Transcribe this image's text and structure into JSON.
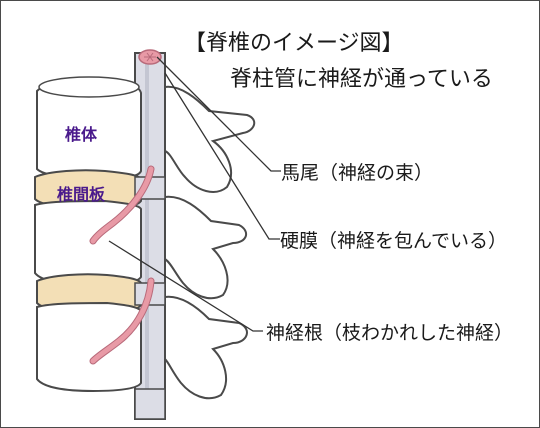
{
  "title": "【脊椎のイメージ図】",
  "subtitle": "脊柱管に神経が通っている",
  "labels": {
    "cauda_equina": "馬尾（神経の束）",
    "dura": "硬膜（神経を包んでいる）",
    "nerve_root": "神経根（枝わかれした神経）",
    "vertebral_body": "椎体",
    "disc": "椎間板"
  },
  "colors": {
    "bone": "#ffffff",
    "bone_outline": "#4a4a4a",
    "disc": "#f3dfb6",
    "canal": "#dcdde6",
    "nerve": "#e89aa6",
    "nerve_outline": "#b86a7a",
    "inner_label": "#4a1a8c",
    "leader_line": "#333333"
  }
}
